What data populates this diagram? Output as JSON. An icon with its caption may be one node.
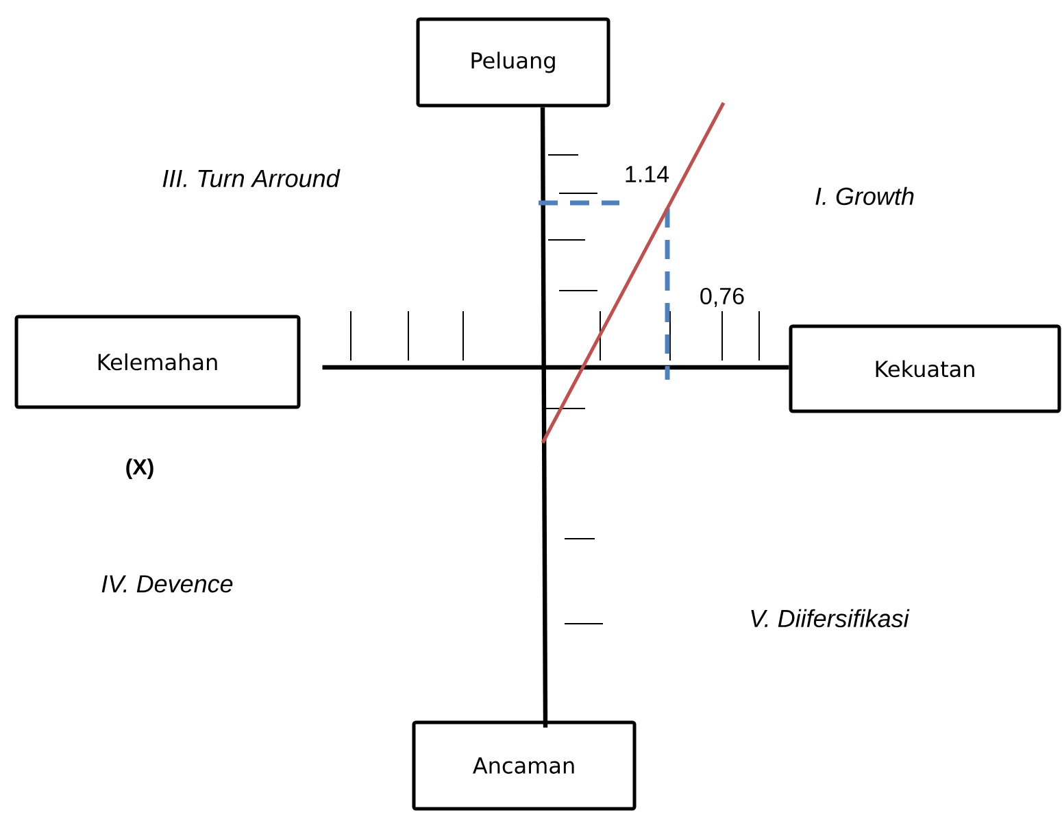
{
  "diagram": {
    "nodes": [
      {
        "text": [
          "Peluang"
        ]
      },
      {
        "text": [
          "Kelemahan"
        ]
      },
      {
        "text": [
          "Kekuatan"
        ]
      },
      {
        "text": [
          "Ancaman"
        ]
      }
    ],
    "edges": [
      {
        "from": 0,
        "to": 3,
        "arrow": "none"
      },
      {
        "from": 1,
        "to": 2,
        "arrow": "none"
      }
    ],
    "labels": [
      "III. Turn Arround",
      "1.14",
      "I. Growth",
      "0,76",
      "(X)",
      "IV. Devence",
      "V. Diifersifikasi"
    ]
  }
}
